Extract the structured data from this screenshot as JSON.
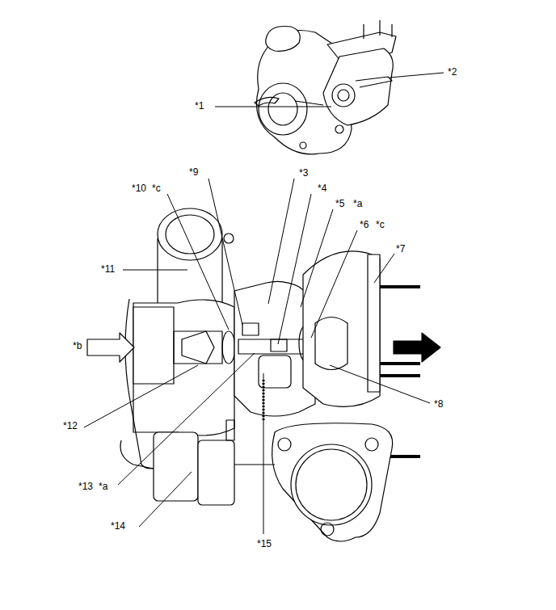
{
  "diagram": {
    "labels": [
      "*1",
      "*2",
      "*9",
      "*10",
      "*c",
      "*3",
      "*4",
      "*5",
      "*a",
      "*6",
      "*c",
      "*7",
      "*11",
      "*b",
      "*8",
      "*12",
      "*13",
      "*a",
      "*14",
      "*15"
    ]
  }
}
